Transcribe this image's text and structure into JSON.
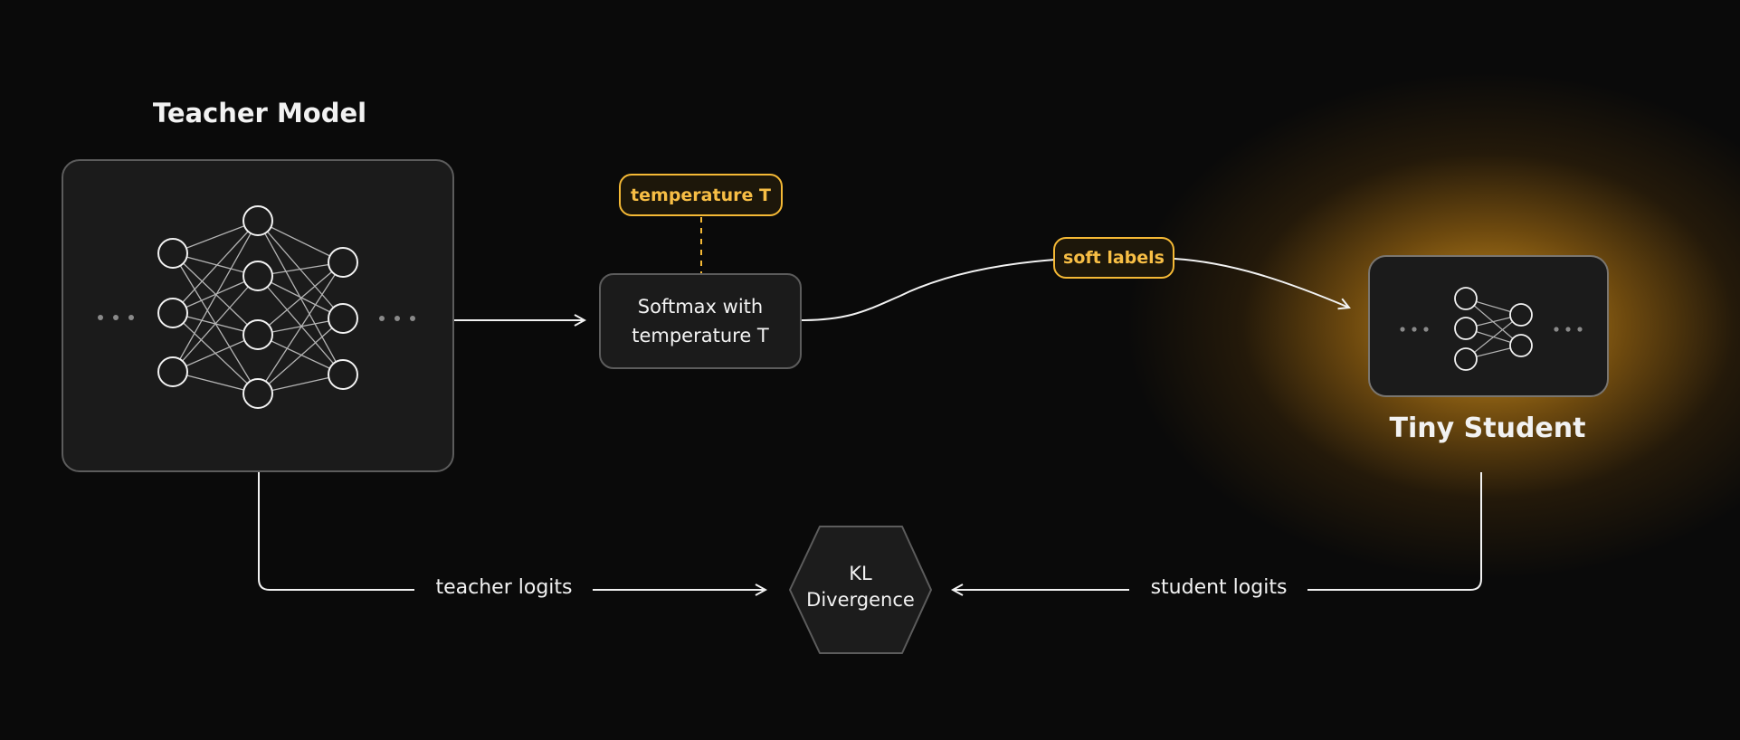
{
  "teacher": {
    "title": "Teacher Model"
  },
  "student": {
    "title": "Tiny Student"
  },
  "softmax": {
    "line1": "Softmax with",
    "line2": "temperature T"
  },
  "temperature_tag": "temperature T",
  "soft_labels_tag": "soft labels",
  "kl": {
    "line1": "KL",
    "line2": "Divergence"
  },
  "teacher_logits_label": "teacher logits",
  "student_logits_label": "student logits",
  "colors": {
    "background": "#0a0a0a",
    "accent": "#f5b935",
    "glow": "#ffb223",
    "line": "#f2f2f2",
    "box_fill": "#1b1b1b",
    "box_border": "#5c5c5c"
  }
}
